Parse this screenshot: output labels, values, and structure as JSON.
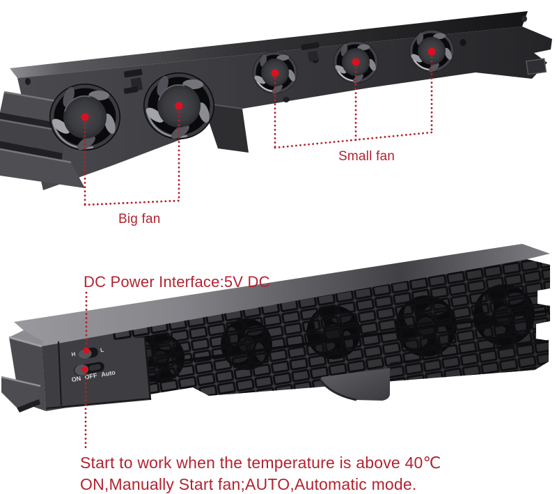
{
  "colors": {
    "background": "#ffffff",
    "annotation_red": "#b22330",
    "marker_red": "#dc1020",
    "callout_line_red": "#b12029",
    "device_dark": "#313134",
    "device_light_top": "#8a8a8e"
  },
  "front_view": {
    "big_fan_label": "Big fan",
    "small_fan_label": "Small fan"
  },
  "back_view": {
    "dc_power_label": "DC Power Interface:5V DC",
    "speed_switch": {
      "high": "H",
      "low": "L"
    },
    "mode_switch": {
      "on": "ON",
      "off": "OFF",
      "auto": "Auto"
    },
    "note_line1": "Start to work when the temperature is above 40℃",
    "note_line2": "ON,Manually Start fan;AUTO,Automatic mode."
  }
}
